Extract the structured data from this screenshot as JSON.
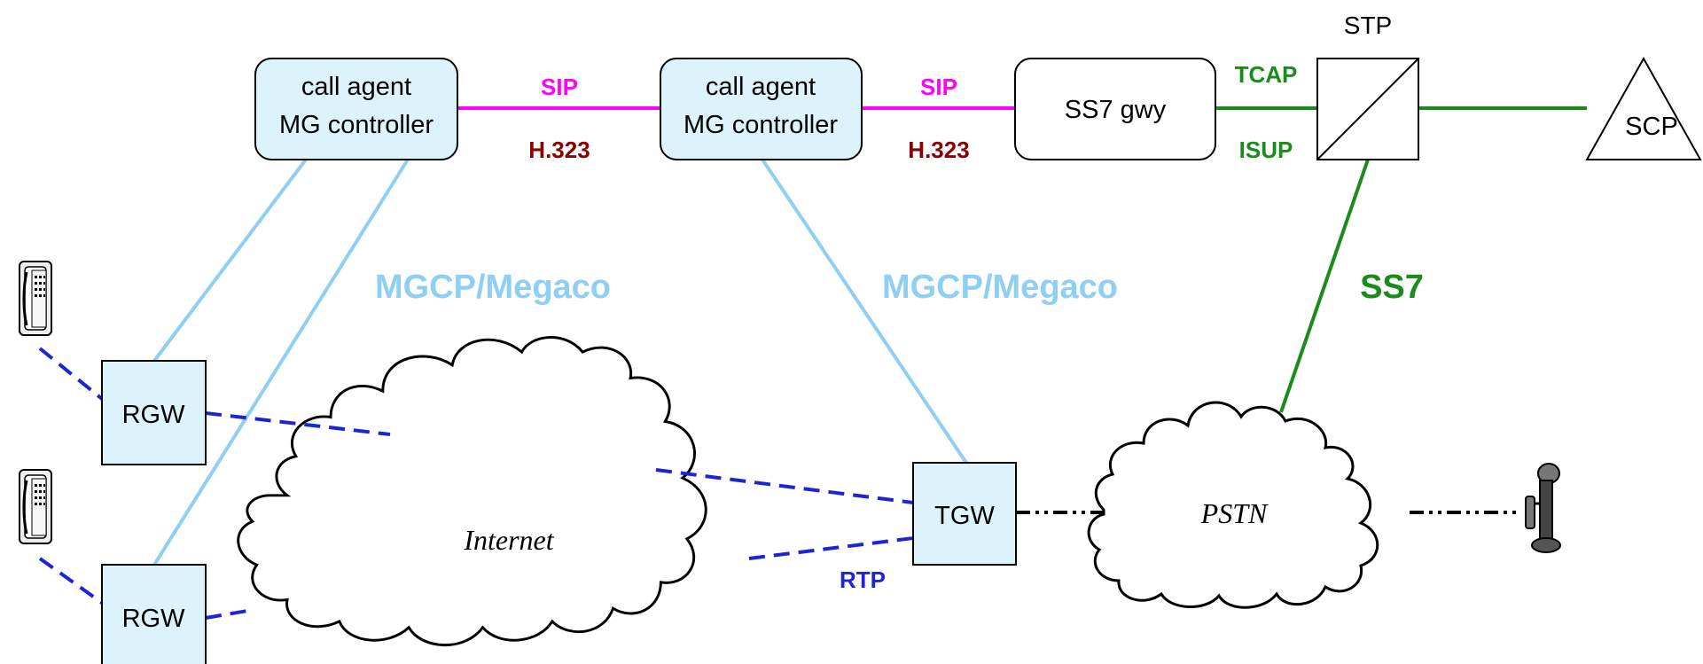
{
  "colors": {
    "box_fill": "#ddf3fb",
    "mgcp": "#8fcff3",
    "sip": "#ff00ff",
    "h323": "#8b0000",
    "ss7": "#1a8c1a",
    "rtp": "#1e24d6",
    "pstn_link": "#000000"
  },
  "nodes": {
    "ca1": {
      "line1": "call agent",
      "line2": "MG controller"
    },
    "ca2": {
      "line1": "call agent",
      "line2": "MG controller"
    },
    "ss7gwy": {
      "label": "SS7 gwy"
    },
    "stp": {
      "label": "STP"
    },
    "scp": {
      "label": "SCP"
    },
    "rgw1": {
      "label": "RGW"
    },
    "rgw2": {
      "label": "RGW"
    },
    "tgw": {
      "label": "TGW"
    },
    "internet": {
      "label": "Internet"
    },
    "pstn": {
      "label": "PSTN"
    }
  },
  "links": {
    "sip1": "SIP",
    "h3231": "H.323",
    "sip2": "SIP",
    "h3232": "H.323",
    "tcap": "TCAP",
    "isup": "ISUP",
    "ss7": "SS7",
    "mgcp1": "MGCP/Megaco",
    "mgcp2": "MGCP/Megaco",
    "rtp": "RTP"
  },
  "icons": {
    "phone1": "desk-phone-icon",
    "phone2": "desk-phone-icon",
    "candlestick": "candlestick-phone-icon"
  }
}
